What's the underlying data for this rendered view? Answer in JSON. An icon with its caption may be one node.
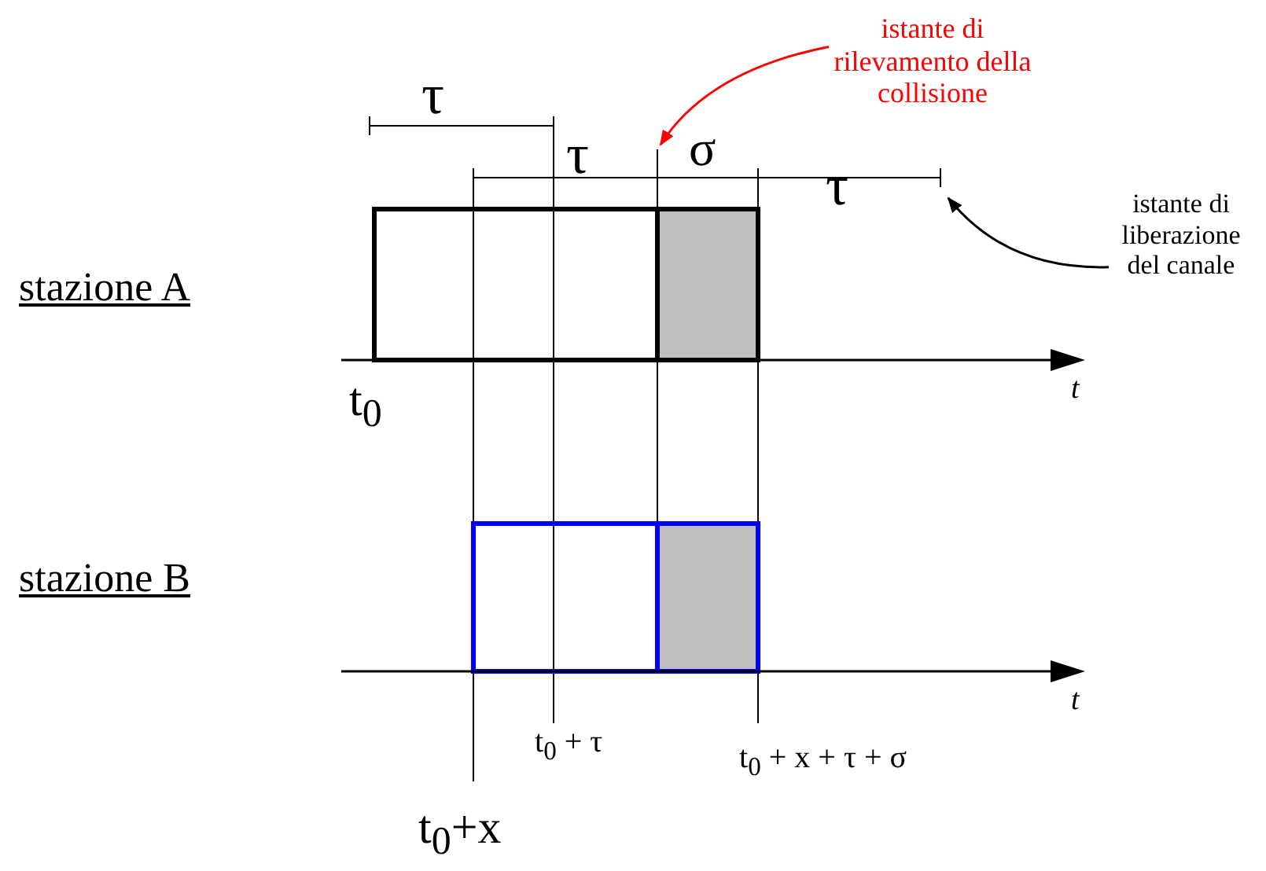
{
  "diagram": {
    "nodes": [
      {
        "text": [
          "istante di rilevamento della collisione"
        ]
      },
      {
        "text": [
          "istante di liberazione del canale"
        ]
      }
    ],
    "edges": [
      {
        "from": 0,
        "to": null,
        "arrow": "to",
        "color": "#ff0000"
      },
      {
        "from": 1,
        "to": null,
        "arrow": "to",
        "color": "#000000"
      }
    ],
    "labels": [
      "τ",
      "τ",
      "σ",
      "τ",
      "stazione A",
      "t$_{0}$",
      "t",
      "stazione B",
      "t",
      "t$_{0}$ + τ",
      "t$_{0}$ + x + τ + σ",
      "t$_{0}$+x"
    ]
  }
}
